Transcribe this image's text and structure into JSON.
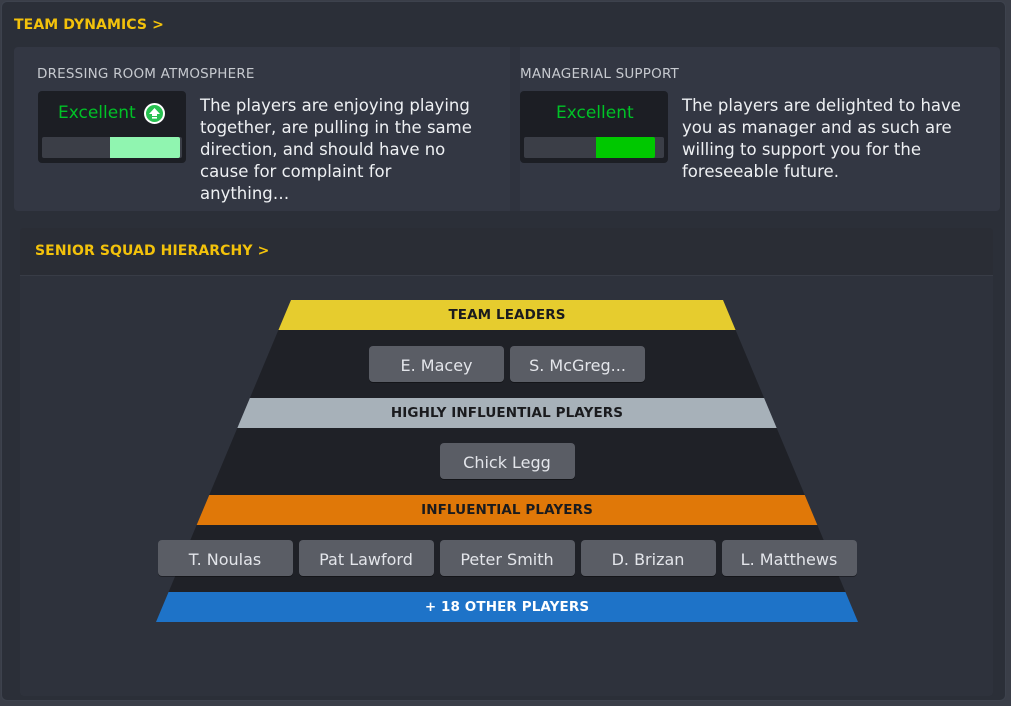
{
  "team_dynamics": {
    "title": "TEAM DYNAMICS",
    "chevron": ">",
    "dressing_room": {
      "label": "DRESSING ROOM ATMOSPHERE",
      "status": "Excellent",
      "status_color": "#00c227",
      "level": 0.5,
      "bar_color": "#90f5b0",
      "trend_icon": "arrow-up-circle-icon",
      "description": "The players are enjoying playing together, are pulling in the same direction, and should have no cause for complaint for anything…"
    },
    "managerial_support": {
      "label": "MANAGERIAL SUPPORT",
      "status": "Excellent",
      "status_color": "#00c227",
      "level": 0.5,
      "bar_color": "#00c800",
      "description": "The players are delighted to have you as manager and as such are willing to support you for the foreseeable future."
    }
  },
  "hierarchy": {
    "title": "SENIOR SQUAD HIERARCHY",
    "chevron": ">",
    "tiers": [
      {
        "label": "TEAM LEADERS",
        "color": "#e6cc2e",
        "players": [
          "E. Macey",
          "S. McGreg..."
        ]
      },
      {
        "label": "HIGHLY INFLUENTIAL PLAYERS",
        "color": "#a7b1b9",
        "players": [
          "Chick Legg"
        ]
      },
      {
        "label": "INFLUENTIAL PLAYERS",
        "color": "#e07808",
        "players": [
          "T. Noulas",
          "Pat Lawford",
          "Peter Smith",
          "D. Brizan",
          "L. Matthews"
        ]
      },
      {
        "label": "+ 18 OTHER PLAYERS",
        "color": "#1e73c8",
        "players": []
      }
    ],
    "pyramid_body_color": "#1f2127"
  }
}
